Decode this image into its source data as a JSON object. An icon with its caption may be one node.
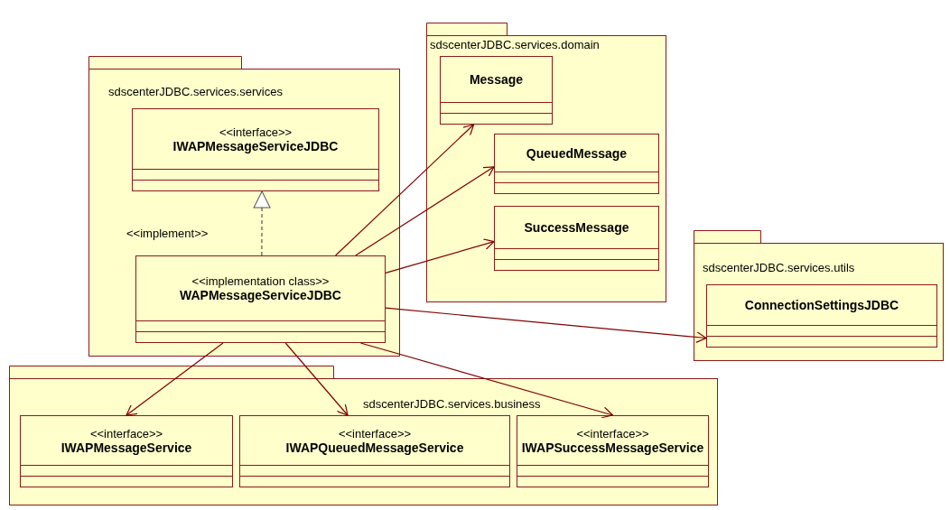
{
  "diagram": {
    "nodes": [
      {
        "text": [
          "sdscenterJDBC.services.services"
        ]
      },
      {
        "text": [
          "<<interface>>",
          "IWAPMessageServiceJDBC"
        ],
        "in": 0
      },
      {
        "text": [
          "<<implementation class>>",
          "WAPMessageServiceJDBC"
        ],
        "in": 0
      },
      {
        "text": [
          "sdscenterJDBC.services.domain"
        ]
      },
      {
        "text": [
          "Message"
        ],
        "in": 3
      },
      {
        "text": [
          "QueuedMessage"
        ],
        "in": 3
      },
      {
        "text": [
          "SuccessMessage"
        ],
        "in": 3
      },
      {
        "text": [
          "sdscenterJDBC.services.utils"
        ]
      },
      {
        "text": [
          "ConnectionSettingsJDBC"
        ],
        "in": 7
      },
      {
        "text": [
          "sdscenterJDBC.services.business"
        ]
      },
      {
        "text": [
          "<<interface>>",
          "IWAPMessageService"
        ],
        "in": 9
      },
      {
        "text": [
          "<<interface>>",
          "IWAPQueuedMessageService"
        ],
        "in": 9
      },
      {
        "text": [
          "<<interface>>",
          "IWAPSuccessMessageService"
        ],
        "in": 9
      }
    ],
    "edges": [
      {
        "from": 2,
        "to": 1,
        "arrow": "to",
        "style": "dashed",
        "label": "<<implement>>"
      },
      {
        "from": 2,
        "to": 4,
        "arrow": "to"
      },
      {
        "from": 2,
        "to": 5,
        "arrow": "to"
      },
      {
        "from": 2,
        "to": 6,
        "arrow": "to"
      },
      {
        "from": 2,
        "to": 8,
        "arrow": "to"
      },
      {
        "from": 2,
        "to": 10,
        "arrow": "to"
      },
      {
        "from": 2,
        "to": 11,
        "arrow": "to"
      },
      {
        "from": 2,
        "to": 12,
        "arrow": "to"
      }
    ]
  }
}
